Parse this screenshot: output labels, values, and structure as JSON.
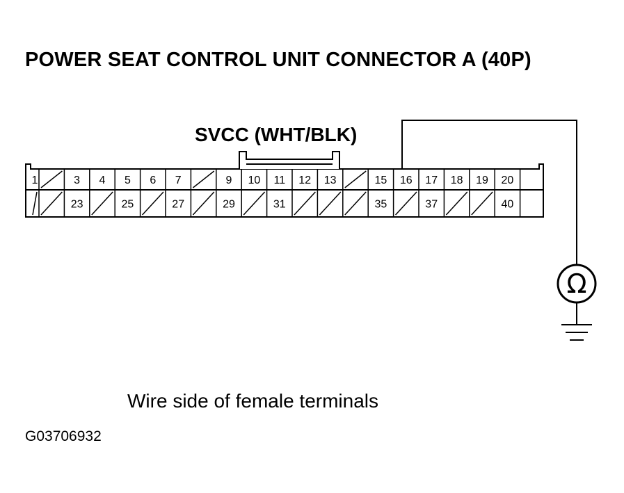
{
  "title": "POWER SEAT CONTROL UNIT CONNECTOR A (40P)",
  "signal_label": "SVCC (WHT/BLK)",
  "caption": "Wire side of female terminals",
  "figure_id": "G03706932",
  "meter_symbol": "Ω",
  "connector": {
    "top_row": [
      "1",
      "",
      "3",
      "4",
      "5",
      "6",
      "7",
      "",
      "9",
      "10",
      "11",
      "12",
      "13",
      "",
      "15",
      "16",
      "17",
      "18",
      "19",
      "20"
    ],
    "bottom_row": [
      "",
      "",
      "23",
      "",
      "25",
      "",
      "27",
      "",
      "29",
      "",
      "31",
      "",
      "",
      "",
      "35",
      "",
      "37",
      "",
      "",
      "40"
    ]
  }
}
